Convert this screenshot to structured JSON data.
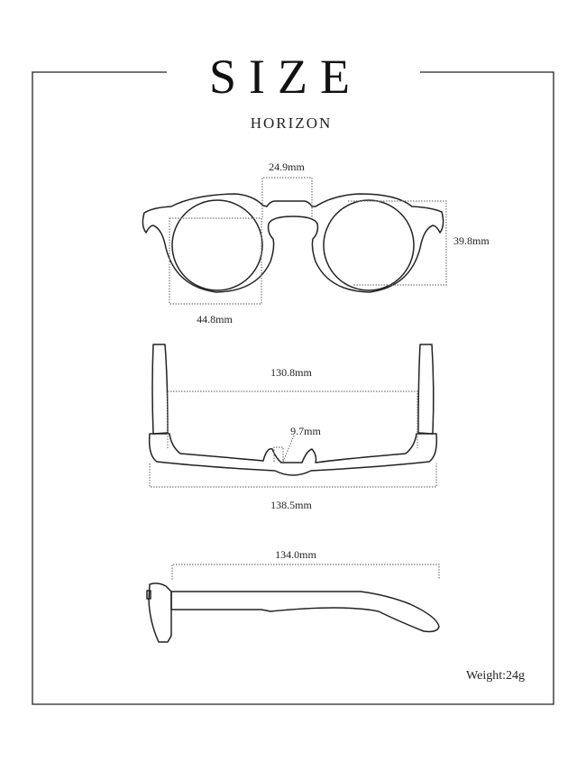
{
  "title": "SIZE",
  "model": "HORIZON",
  "front_view": {
    "bridge_width": "24.9mm",
    "lens_height": "39.8mm",
    "lens_width": "44.8mm"
  },
  "top_view": {
    "inner_width": "130.8mm",
    "nose_pad_gap": "9.7mm",
    "total_width": "138.5mm"
  },
  "side_view": {
    "temple_length": "134.0mm"
  },
  "weight": "Weight:24g"
}
